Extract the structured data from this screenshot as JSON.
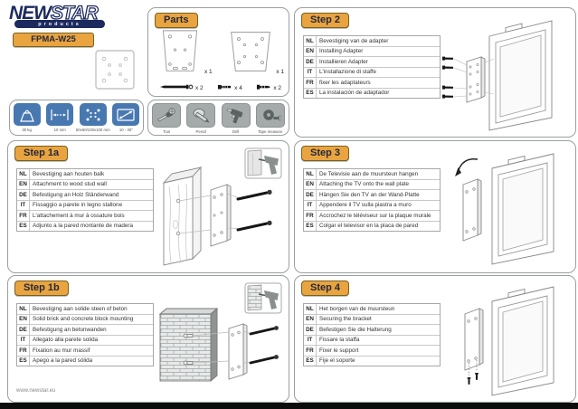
{
  "brand": {
    "logo_new": "NEW",
    "logo_star": "STAR",
    "logo_products": "products",
    "model": "FPMA-W25",
    "website": "www.newstar.eu"
  },
  "colors": {
    "accent_orange": "#E9A440",
    "brand_navy": "#1C2A5E",
    "spec_blue": "#4878B0",
    "tool_gray": "#A5ABAB",
    "bottom_bar": "#0C0C0C"
  },
  "specs": [
    {
      "name": "max-weight",
      "label": "30 kg"
    },
    {
      "name": "wall-distance",
      "label": "10 mm"
    },
    {
      "name": "vesa-pattern",
      "label": "50x50/100x100 mm"
    },
    {
      "name": "screen-size",
      "label": "10 - 30\""
    }
  ],
  "parts": {
    "title": "Parts",
    "items": [
      {
        "name": "wall-plate",
        "qty": "x 1"
      },
      {
        "name": "adapter-plate",
        "qty": "x 1"
      },
      {
        "name": "long-screw",
        "qty": "x 2"
      },
      {
        "name": "adapter-bolt",
        "qty": "x 4"
      },
      {
        "name": "anchor-screw",
        "qty": "x 2"
      }
    ]
  },
  "tools": [
    {
      "name": "screwdriver",
      "label": "Tool"
    },
    {
      "name": "pencil",
      "label": "Pencil"
    },
    {
      "name": "drill",
      "label": "Drill"
    },
    {
      "name": "tape-measure",
      "label": "Tape measure"
    }
  ],
  "steps": [
    {
      "id": "1a",
      "title": "Step 1a",
      "rows": [
        {
          "lang": "NL",
          "text": "Bevestiging aan houten balk"
        },
        {
          "lang": "EN",
          "text": "Attachment to wood stud wall"
        },
        {
          "lang": "DE",
          "text": "Befestigung an Holz Ständerwand"
        },
        {
          "lang": "IT",
          "text": "Fissaggio a parete in legno stallone"
        },
        {
          "lang": "FR",
          "text": "L'attachement à mur à ossature bois"
        },
        {
          "lang": "ES",
          "text": "Adjunto a la pared montante de madera"
        }
      ]
    },
    {
      "id": "1b",
      "title": "Step 1b",
      "rows": [
        {
          "lang": "NL",
          "text": "Bevestiging aan solide steen of beton"
        },
        {
          "lang": "EN",
          "text": "Solid brick and concrete block mounting"
        },
        {
          "lang": "DE",
          "text": "Befestigung an betonwanden"
        },
        {
          "lang": "IT",
          "text": "Allegato alla parete solida"
        },
        {
          "lang": "FR",
          "text": "Fixation au mur massif"
        },
        {
          "lang": "ES",
          "text": "Apego a la pared sólida"
        }
      ]
    },
    {
      "id": "2",
      "title": "Step 2",
      "rows": [
        {
          "lang": "NL",
          "text": "Bevestiging van de adapter"
        },
        {
          "lang": "EN",
          "text": "Installing Adapter"
        },
        {
          "lang": "DE",
          "text": "Installieren Adapter"
        },
        {
          "lang": "IT",
          "text": "L'installazione di staffe"
        },
        {
          "lang": "FR",
          "text": "fixer les adaptateurs"
        },
        {
          "lang": "ES",
          "text": "La instalación de adaptador"
        }
      ]
    },
    {
      "id": "3",
      "title": "Step 3",
      "rows": [
        {
          "lang": "NL",
          "text": "De Televisie aan de muursteun hangen"
        },
        {
          "lang": "EN",
          "text": "Attaching the TV onto the wall plate"
        },
        {
          "lang": "DE",
          "text": "Hängen Sie den TV an der Wand-Platte"
        },
        {
          "lang": "IT",
          "text": "Appendere il TV sulla piastra a muro"
        },
        {
          "lang": "FR",
          "text": "Accrochez le téléviseur sur la plaque murale"
        },
        {
          "lang": "ES",
          "text": "Colgar el televisor en la placa de pared"
        }
      ]
    },
    {
      "id": "4",
      "title": "Step 4",
      "rows": [
        {
          "lang": "NL",
          "text": "Het borgen van de muursteun"
        },
        {
          "lang": "EN",
          "text": "Securing the bracket"
        },
        {
          "lang": "DE",
          "text": "Befestigen Sie die Halterung"
        },
        {
          "lang": "IT",
          "text": "Fissare la staffa"
        },
        {
          "lang": "FR",
          "text": "Fixer le support"
        },
        {
          "lang": "ES",
          "text": "Fije el soporte"
        }
      ]
    }
  ]
}
